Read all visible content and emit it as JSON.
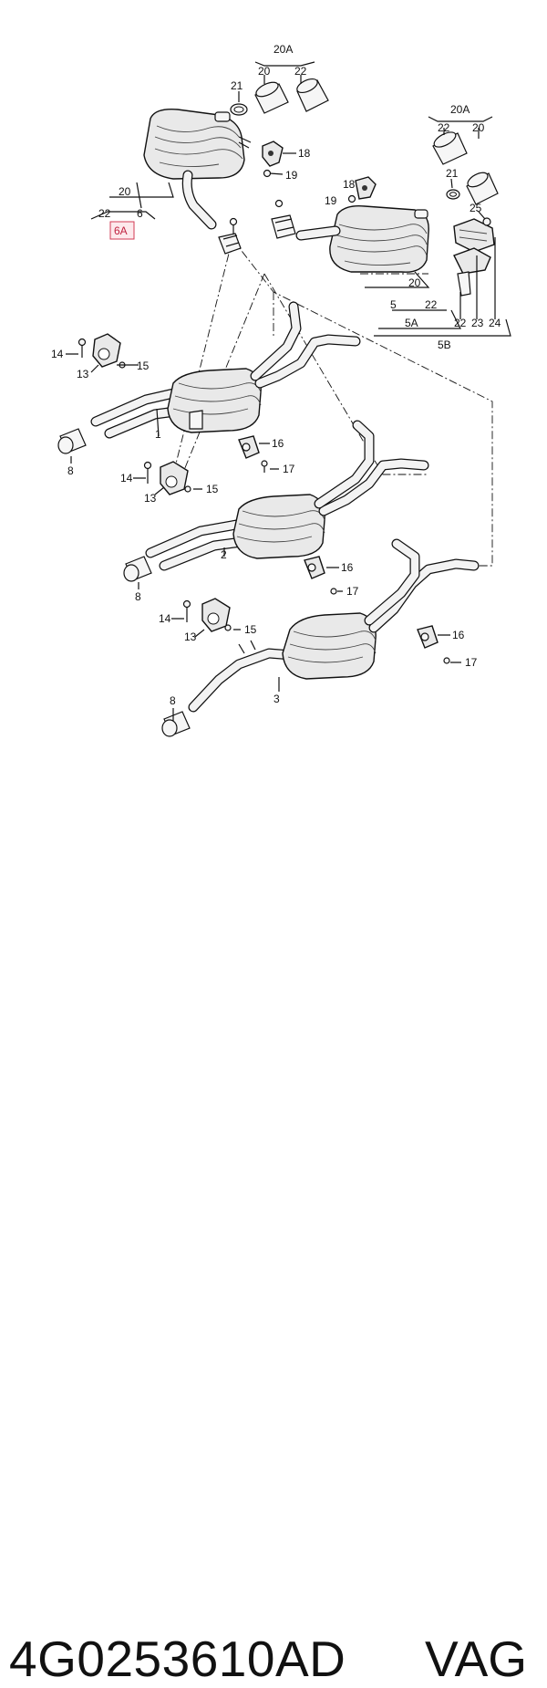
{
  "diagram": {
    "callouts": {
      "c20A_top": "20A",
      "c20_top": "20",
      "c22_top": "22",
      "c21_top": "21",
      "c18_top": "18",
      "c19_top": "19",
      "c20_left": "20",
      "c22_left": "22",
      "c6_left": "6",
      "c6A": "6A",
      "c20A_right": "20A",
      "c22_right": "22",
      "c20_right": "20",
      "c21_right": "21",
      "c25": "25",
      "c18_mid": "18",
      "c19_mid": "19",
      "c20_mid": "20",
      "c5_mid": "5",
      "c22_mid": "22",
      "c5A": "5A",
      "c5B": "5B",
      "c22_bot": "22",
      "c23": "23",
      "c24": "24",
      "c14_a": "14",
      "c13_a": "13",
      "c15_a": "15",
      "c1": "1",
      "c8_a": "8",
      "c16_a": "16",
      "c17_a": "17",
      "c14_b": "14",
      "c13_b": "13",
      "c15_b": "15",
      "c2": "2",
      "c8_b": "8",
      "c16_b": "16",
      "c17_b": "17",
      "c14_c": "14",
      "c13_c": "13",
      "c15_c": "15",
      "c3": "3",
      "c8_c": "8",
      "c16_c": "16",
      "c17_c": "17"
    },
    "highlight_color": "#d23b55"
  },
  "caption": {
    "part_number": "4G0253610AD",
    "brand": "VAG"
  }
}
